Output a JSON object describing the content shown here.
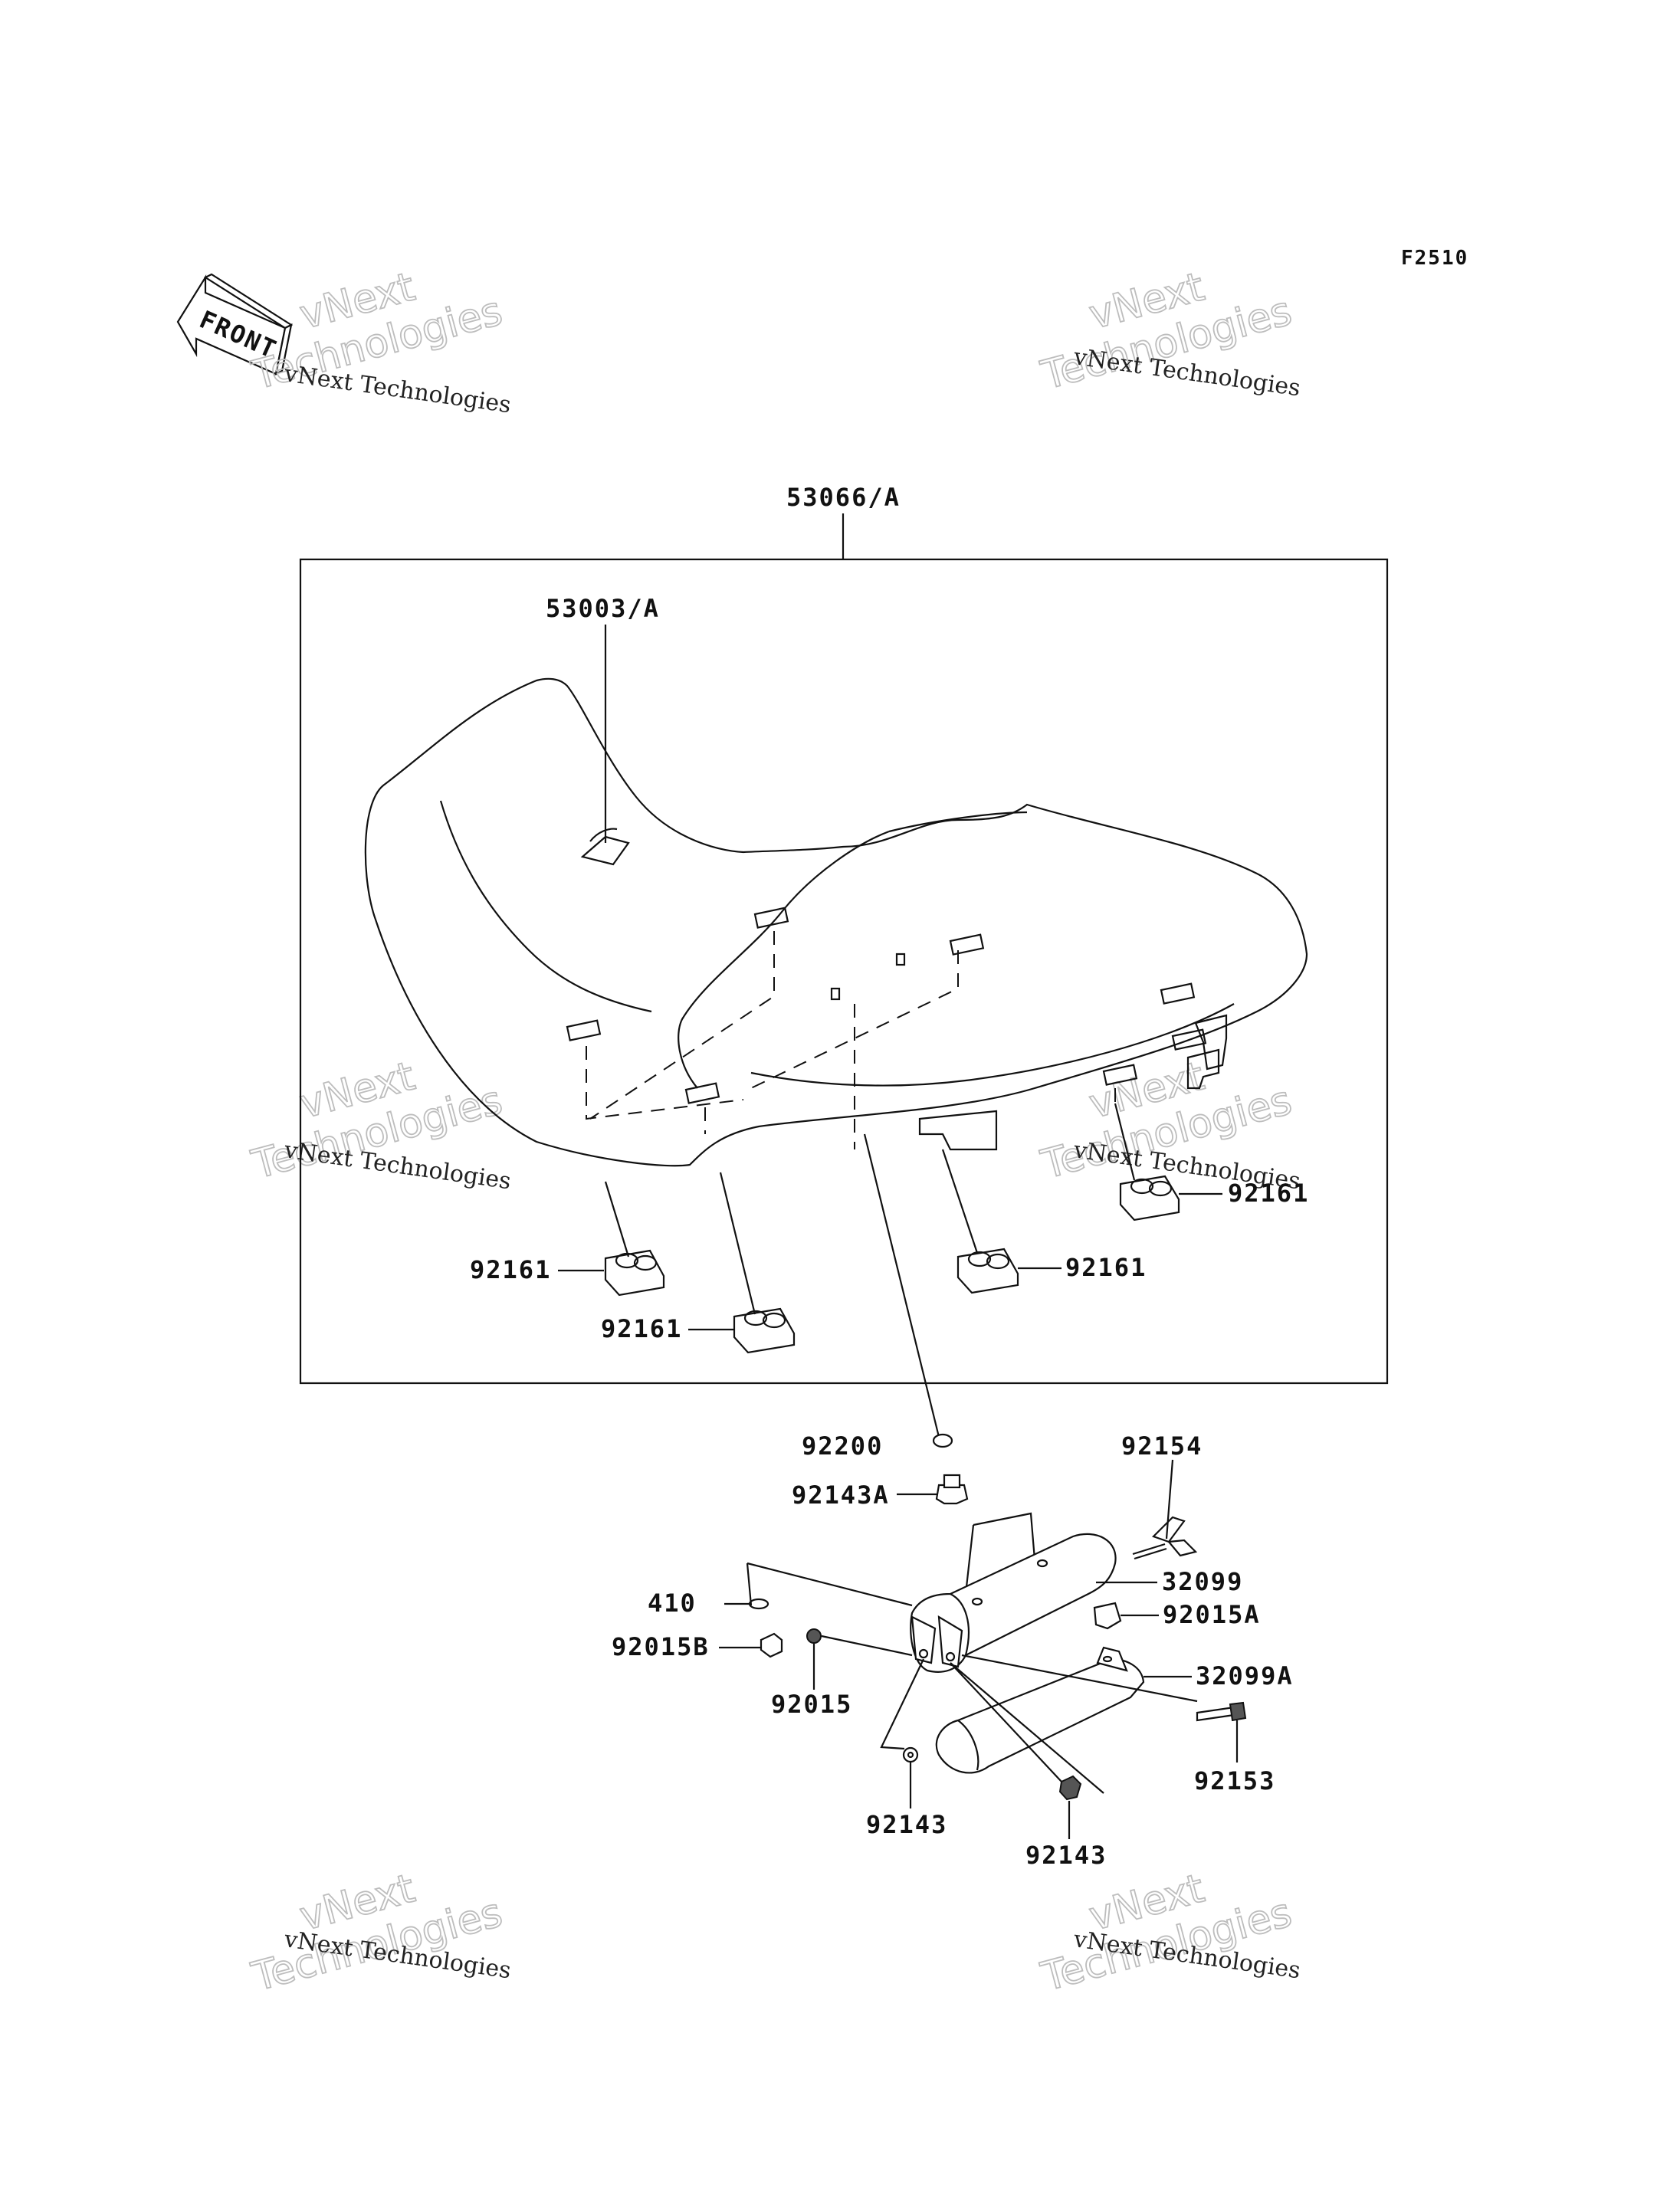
{
  "diagram_code": "F2510",
  "front_arrow_label": "FRONT",
  "watermark": {
    "small": "vNext Technologies",
    "big_line1": "vNext",
    "big_line2": "Technologies"
  },
  "parts": {
    "seat_assembly": "53066/A",
    "seat_cover": "53003/A",
    "damper": "92161",
    "clip": "92200",
    "nut_a": "92143A",
    "bolt_wing": "92154",
    "bracket": "32099",
    "bracket_a": "32099A",
    "screw_410": "410",
    "nut_92015a": "92015A",
    "nut_92015b": "92015B",
    "nut_92015": "92015",
    "bolt_92153": "92153",
    "collar_92143": "92143"
  }
}
